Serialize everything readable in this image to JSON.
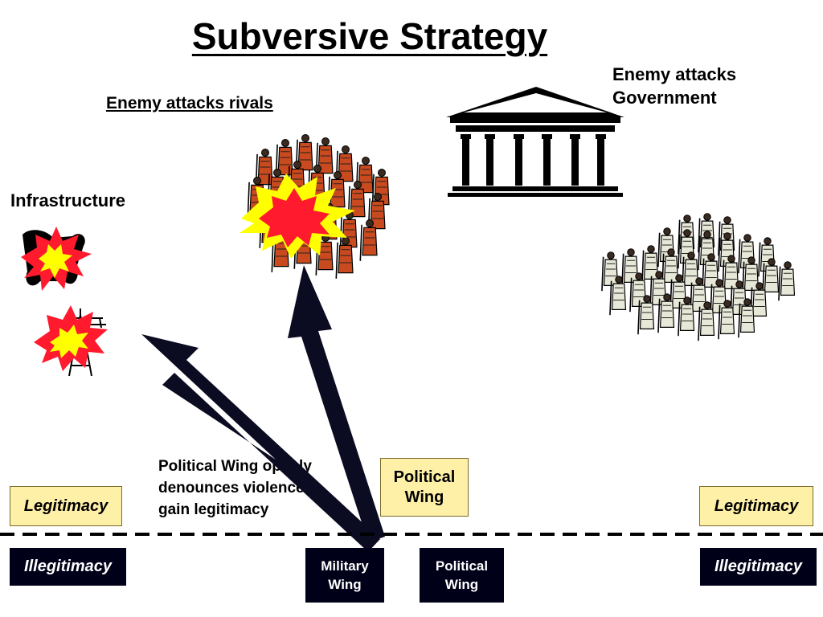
{
  "title": "Subversive Strategy",
  "labels": {
    "enemy_attacks_rivals": "Enemy attacks rivals",
    "enemy_attacks_government": "Enemy attacks\nGovernment",
    "infrastructure": "Infrastructure",
    "political_wing_note": "Political Wing openly\ndenounces violence to\ngain legitimacy"
  },
  "boxes": {
    "legitimacy_left": "Legitimacy",
    "legitimacy_right": "Legitimacy",
    "political_wing_upper": "Political Wing",
    "illegitimacy_left": "Illegitimacy",
    "illegitimacy_right": "Illegitimacy",
    "military_wing": "Military Wing",
    "political_wing_lower": "Political Wing"
  },
  "colors": {
    "legitimacy_box": "#fff0a8",
    "illegitimacy_box": "#000018",
    "arrow": "#0b0b22",
    "explosion_outer": "#ff1a2e",
    "explosion_inner": "#ffff00",
    "crowd_robe_rivals": "#c84a1e",
    "crowd_robe_government": "#e8e8d8"
  },
  "icons": {
    "government": "government-building-icon",
    "rivals_crowd": "rival-crowd-icon",
    "citizen_crowd": "citizen-crowd-icon",
    "explosion": "explosion-icon",
    "car_bomb": "car-bomb-icon",
    "power_tower": "power-tower-icon"
  }
}
